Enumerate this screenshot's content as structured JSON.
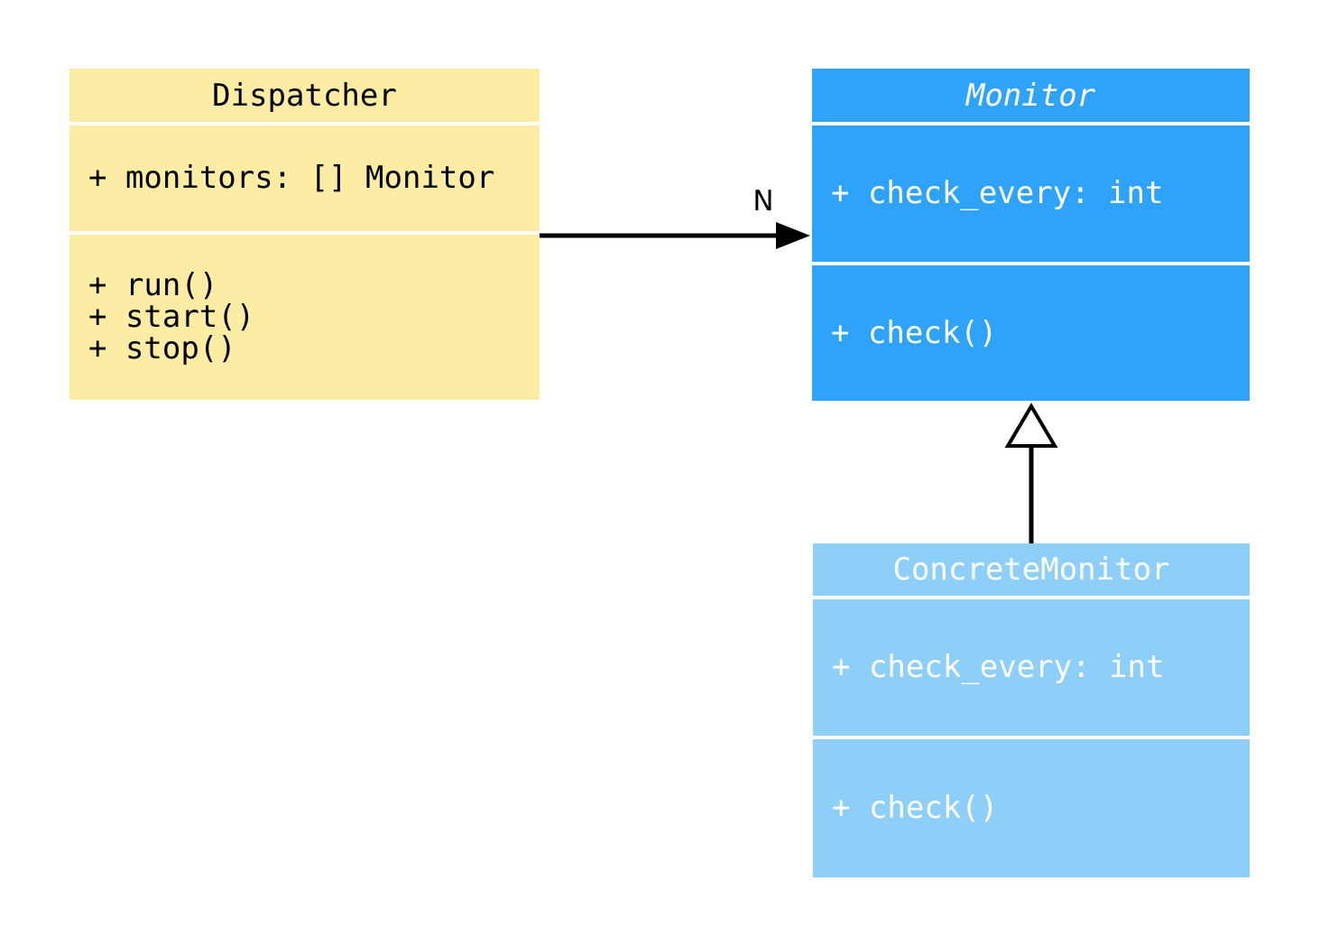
{
  "diagram": {
    "type": "uml-class-diagram",
    "background": "#ffffff",
    "edge_color": "#000000",
    "classes": [
      {
        "name": "Dispatcher",
        "abstract": false,
        "fill": "#FCECA4",
        "text_color": "#000000",
        "attributes": [
          "+ monitors: [] Monitor"
        ],
        "methods": [
          "+ run()",
          "+ start()",
          "+ stop()"
        ]
      },
      {
        "name": "Monitor",
        "abstract": true,
        "fill": "#2FA3FA",
        "text_color": "#FFFFFF",
        "attributes": [
          "+ check_every: int"
        ],
        "methods": [
          "+ check()"
        ]
      },
      {
        "name": "ConcreteMonitor",
        "abstract": false,
        "fill": "#8ECFFA",
        "text_color": "#FFFFFF",
        "attributes": [
          "+ check_every: int"
        ],
        "methods": [
          "+ check()"
        ]
      }
    ],
    "edges": {
      "association": {
        "type": "directed-association",
        "from": "Dispatcher",
        "to": "Monitor",
        "label": "N"
      },
      "inheritance": {
        "type": "generalization",
        "from": "ConcreteMonitor",
        "to": "Monitor",
        "label": ""
      }
    }
  }
}
